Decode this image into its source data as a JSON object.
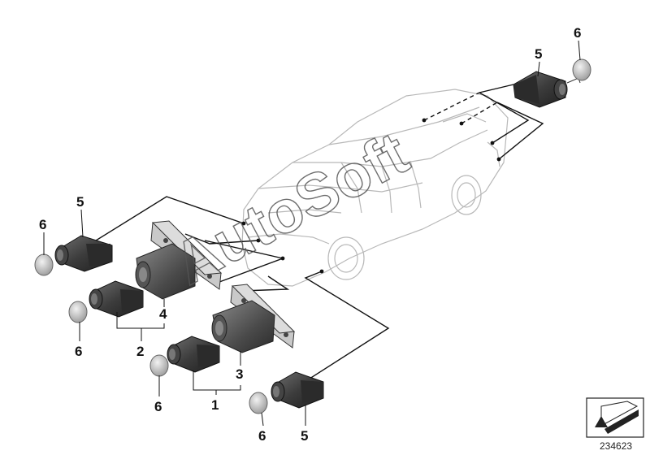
{
  "diagram": {
    "callouts": {
      "c1": "1",
      "c2": "2",
      "c3": "3",
      "c4": "4",
      "c5_top": "5",
      "c5_left": "5",
      "c5_bottom": "5",
      "c6_top": "6",
      "c6_left_upper": "6",
      "c6_left_lower": "6",
      "c6_bottom_mid": "6",
      "c6_bottom_right": "6"
    },
    "watermark": "AutoSoft",
    "reference_number": "234623"
  }
}
